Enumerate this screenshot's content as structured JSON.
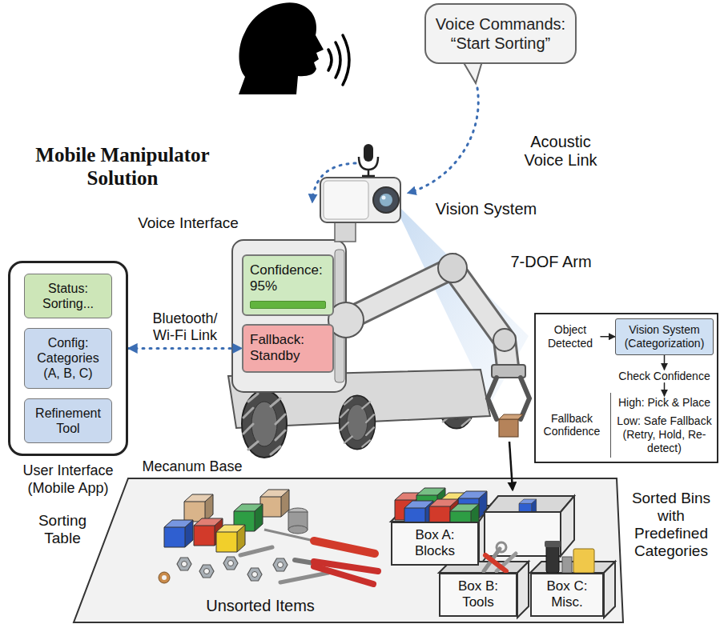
{
  "diagram": {
    "title": "Mobile Manipulator Solution",
    "nodes": [
      {
        "text": [
          "Voice Commands: “Start Sorting”"
        ]
      },
      {
        "text": [
          "User Interface (Mobile App)"
        ]
      },
      {
        "text": [
          "Status: Sorting..."
        ],
        "in": 1
      },
      {
        "text": [
          "Config: Categories (A, B, C)"
        ],
        "in": 1
      },
      {
        "text": [
          "Refinement Tool"
        ],
        "in": 1
      },
      {
        "text": [
          "Confidence: 95%"
        ]
      },
      {
        "text": [
          "Fallback: Standby"
        ]
      },
      {
        "text": [
          "Fallback Confidence"
        ]
      },
      {
        "text": [
          "Object Detected"
        ],
        "in": 7
      },
      {
        "text": [
          "Vision System (Categorization)"
        ],
        "in": 7
      },
      {
        "text": [
          "Check Confidence"
        ],
        "in": 7
      },
      {
        "text": [
          "High: Pick & Place"
        ],
        "in": 7
      },
      {
        "text": [
          "Low: Safe Fallback (Retry, Hold, Re-detect)"
        ],
        "in": 7
      },
      {
        "text": [
          "Box A: Blocks"
        ]
      },
      {
        "text": [
          "Box B: Tools"
        ]
      },
      {
        "text": [
          "Box C: Misc."
        ]
      }
    ],
    "edges": [
      {
        "from": 1,
        "to": 6,
        "label": "Bluetooth/ Wi-Fi Link",
        "arrow": "both"
      },
      {
        "from": 8,
        "to": 9,
        "arrow": "to"
      },
      {
        "from": 9,
        "to": 10,
        "arrow": "to"
      },
      {
        "from": 10,
        "to": 11,
        "arrow": "to"
      }
    ],
    "labels": [
      "Acoustic Voice Link",
      "Voice Interface",
      "Vision System",
      "7-DOF Arm",
      "Mecanum Base",
      "Sorting Table",
      "Unsorted Items",
      "Sorted Bins with Predefined Categories"
    ]
  }
}
